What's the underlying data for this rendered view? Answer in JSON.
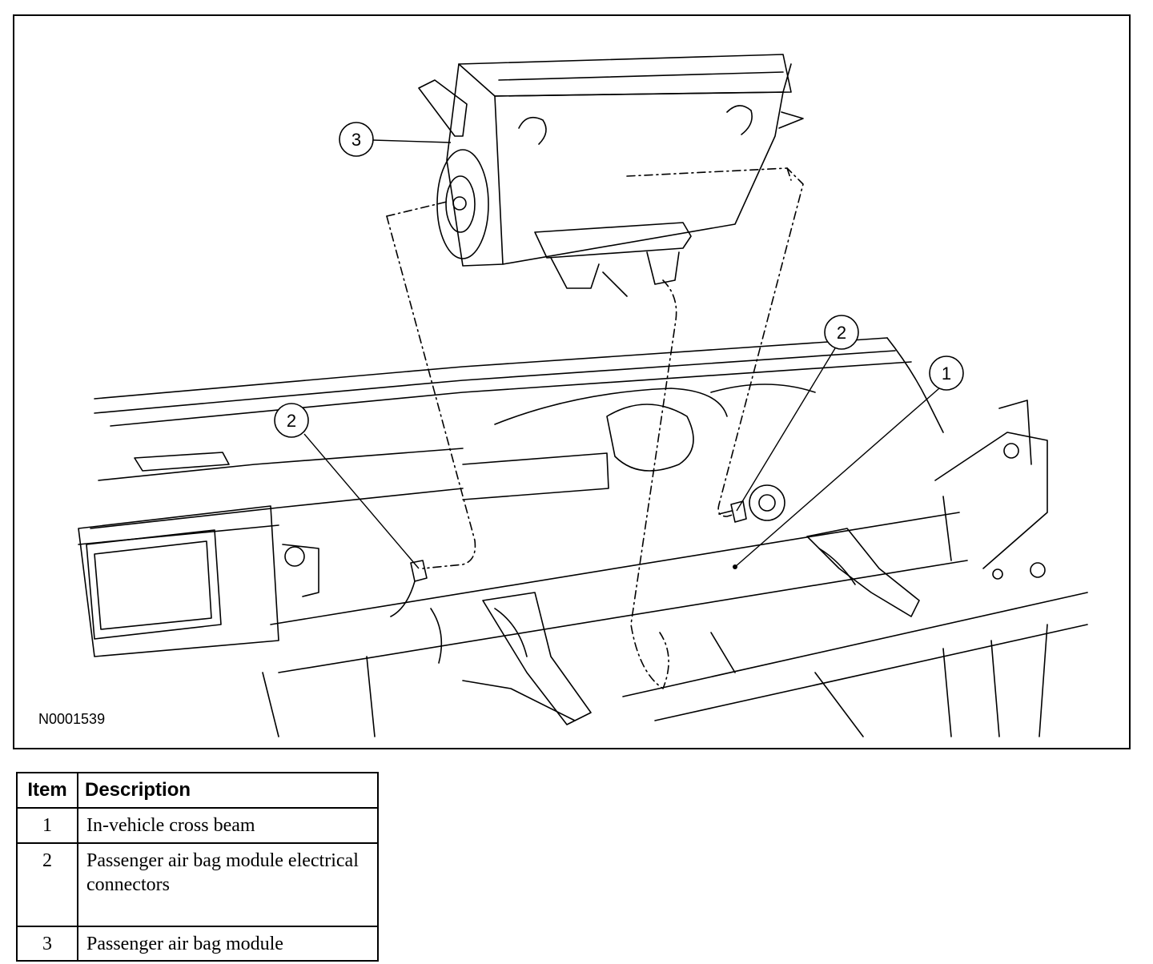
{
  "figure": {
    "id_label": "N0001539",
    "callouts": [
      "3",
      "2",
      "2",
      "1"
    ]
  },
  "legend": {
    "headers": {
      "item": "Item",
      "description": "Description"
    },
    "rows": [
      {
        "item": "1",
        "description": "In-vehicle cross beam"
      },
      {
        "item": "2",
        "description": "Passenger air bag module electrical connectors"
      },
      {
        "item": "3",
        "description": "Passenger air bag module"
      }
    ]
  }
}
